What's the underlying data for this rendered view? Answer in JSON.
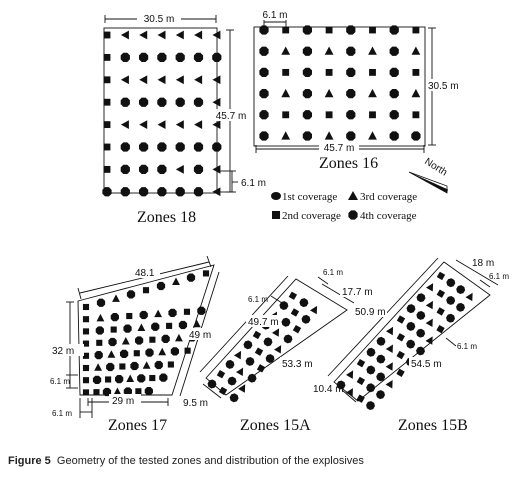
{
  "zone18": {
    "title": "Zones 18",
    "width_label": "30.5 m",
    "length_label": "45.7 m",
    "spacing_label": "6.1 m",
    "rows": [
      [
        "sq",
        "tri",
        "tri",
        "tri",
        "tri",
        "tri",
        "tri"
      ],
      [
        "sq",
        "oct",
        "oct",
        "oct",
        "oct",
        "oct",
        "oct"
      ],
      [
        "sq",
        "tri",
        "tri",
        "tri",
        "tri",
        "tri",
        "tri"
      ],
      [
        "sq",
        "oct",
        "oct",
        "oct",
        "oct",
        "oct",
        "tri"
      ],
      [
        "sq",
        "tri",
        "tri",
        "tri",
        "tri",
        "tri",
        "tri"
      ],
      [
        "sq",
        "oct",
        "oct",
        "oct",
        "oct",
        "oct",
        "oct"
      ],
      [
        "sq",
        "oct",
        "oct",
        "oct",
        "tri",
        "oct",
        "tri"
      ],
      [
        "oct",
        "oct",
        "oct",
        "oct",
        "oct",
        "oct",
        "tri"
      ]
    ]
  },
  "zone16": {
    "title": "Zones 16",
    "spacing_label": "6.1 m",
    "width_label": "30.5 m",
    "length_label": "45.7 m",
    "rows": [
      [
        "oct",
        "sq",
        "oct",
        "sq",
        "oct",
        "sq",
        "oct",
        "sq"
      ],
      [
        "oct",
        "tri",
        "oct",
        "tri",
        "oct",
        "tri",
        "oct",
        "tri"
      ],
      [
        "oct",
        "sq",
        "oct",
        "sq",
        "oct",
        "sq",
        "oct",
        "sq"
      ],
      [
        "oct",
        "tri",
        "oct",
        "tri",
        "oct",
        "tri",
        "oct",
        "tri"
      ],
      [
        "oct",
        "sq",
        "oct",
        "sq",
        "oct",
        "sq",
        "oct",
        "sq"
      ],
      [
        "oct",
        "tri",
        "oct",
        "tri",
        "oct",
        "tri",
        "oct",
        "oct"
      ]
    ]
  },
  "north_label": "North",
  "legend": [
    {
      "symbol": "circle",
      "label": "1st coverage"
    },
    {
      "symbol": "tri",
      "label": "3rd coverage"
    },
    {
      "symbol": "sq",
      "label": "2nd coverage"
    },
    {
      "symbol": "oct",
      "label": "4th coverage"
    }
  ],
  "zone17": {
    "title": "Zones 17",
    "top_label": "48.1",
    "right_label": "49 m",
    "left_label": "32 m",
    "bottom_label": "29 m",
    "spacing_label_a": "6.1 m",
    "spacing_label_b": "6.1 m"
  },
  "zone15a": {
    "title": "Zones 15A",
    "top_spacing": "6.1 m",
    "left_spacing": "6.1 m",
    "width_label": "17.7 m",
    "outer_length": "49.7 m",
    "inner_length": "53.3 m",
    "bottom_label": "9.5 m"
  },
  "zone15b": {
    "title": "Zones 15B",
    "width_label": "18 m",
    "spacing_label": "6.1 m",
    "spacing_label_b": "6.1 m",
    "outer_length": "50.9 m",
    "inner_length": "54.5 m",
    "bottom_label": "10.4 m"
  },
  "caption": {
    "label": "Figure 5",
    "text": "Geometry of the tested zones and distribution of the explosives"
  }
}
